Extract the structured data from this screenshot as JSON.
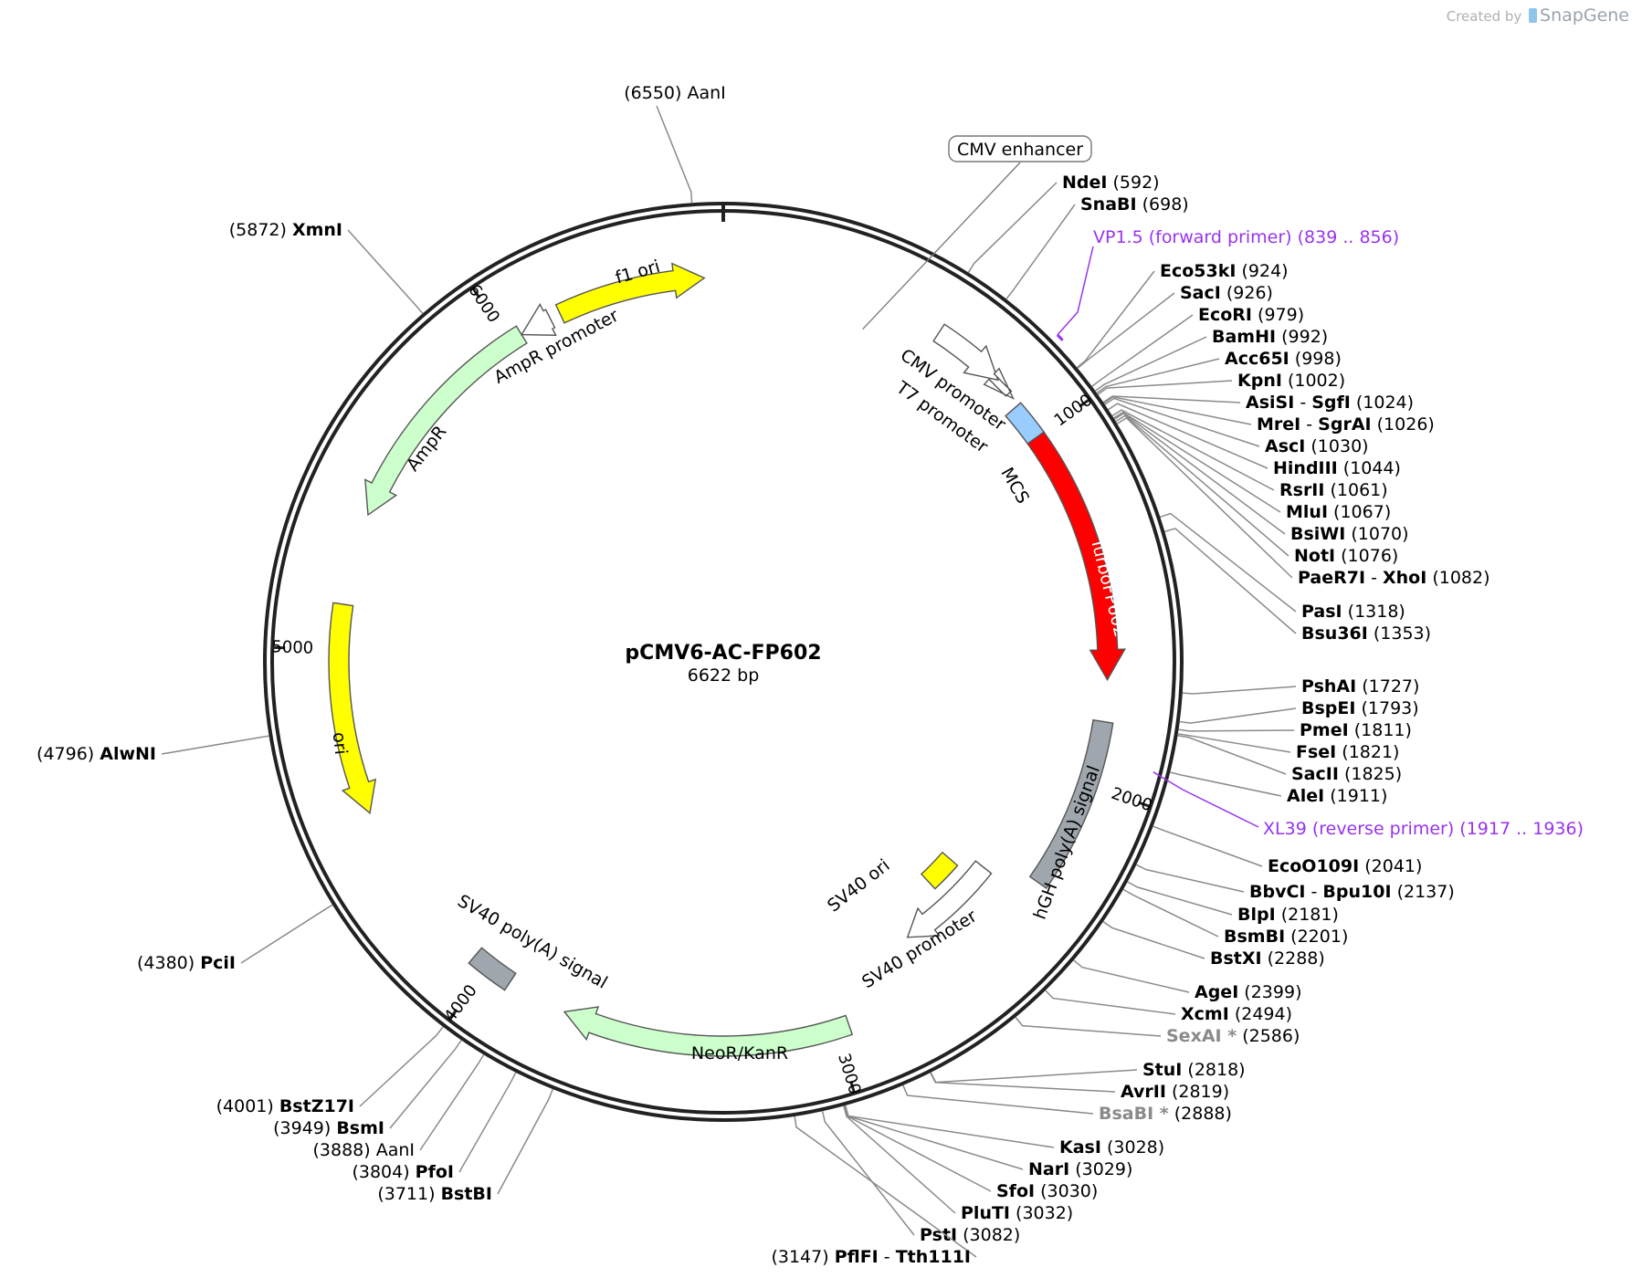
{
  "credit": {
    "prefix": "Created by",
    "brand": "SnapGene"
  },
  "plasmid": {
    "name": "pCMV6-AC-FP602",
    "length_label": "6622 bp",
    "length": 6622
  },
  "colors": {
    "yellow": "#ffff00",
    "green": "#ccffcc",
    "red": "#ff0000",
    "blue": "#99ccff",
    "gray": "#a0a6ad",
    "white": "#ffffff",
    "purple": "#9933ee",
    "dim": "#8a8a8a"
  },
  "ticks": [
    "1000",
    "2000",
    "3000",
    "4000",
    "5000",
    "6000"
  ],
  "features": [
    {
      "id": "cmv-enhancer",
      "label": "CMV enhancer",
      "start": 231,
      "end": 610,
      "dir": 1,
      "color": "white",
      "boxed": true
    },
    {
      "id": "cmv-promoter",
      "label": "CMV promoter",
      "start": 611,
      "end": 814,
      "dir": 1,
      "color": "white"
    },
    {
      "id": "t7-promoter",
      "label": "T7 promoter",
      "start": 860,
      "end": 878,
      "dir": 1,
      "color": "white"
    },
    {
      "id": "mcs",
      "label": "MCS",
      "start": 900,
      "end": 1000,
      "dir": 0,
      "color": "blue"
    },
    {
      "id": "turbofp602",
      "label": "TurboFP602",
      "start": 1000,
      "end": 1705,
      "dir": 1,
      "color": "red"
    },
    {
      "id": "hgh-polya",
      "label": "hGH poly(A) signal",
      "start": 1820,
      "end": 2300,
      "dir": 0,
      "color": "gray"
    },
    {
      "id": "sv40-ori",
      "label": "SV40 ori",
      "start": 2410,
      "end": 2520,
      "dir": 0,
      "color": "yellow"
    },
    {
      "id": "sv40-promoter",
      "label": "SV40 promoter",
      "start": 2360,
      "end": 2690,
      "dir": 1,
      "color": "white"
    },
    {
      "id": "neor-kanr",
      "label": "NeoR/KanR",
      "start": 2960,
      "end": 3760,
      "dir": 1,
      "color": "green"
    },
    {
      "id": "sv40-polya",
      "label": "SV40 poly(A) signal",
      "start": 3930,
      "end": 4050,
      "dir": 0,
      "color": "gray"
    },
    {
      "id": "ori",
      "label": "ori",
      "start": 4540,
      "end": 5125,
      "dir": -1,
      "color": "yellow"
    },
    {
      "id": "ampr",
      "label": "AmpR",
      "start": 5380,
      "end": 6040,
      "dir": -1,
      "color": "green"
    },
    {
      "id": "ampr-promoter",
      "label": "AmpR promoter",
      "start": 6040,
      "end": 6130,
      "dir": -1,
      "color": "white"
    },
    {
      "id": "f1-ori",
      "label": "f1 ori",
      "start": 6160,
      "end": 6570,
      "dir": 1,
      "color": "yellow"
    }
  ],
  "primers": [
    {
      "id": "vp15",
      "name": "VP1.5 (forward primer)",
      "range": "(839 .. 856)"
    },
    {
      "id": "xl39",
      "name": "XL39 (reverse primer)",
      "range": "(1917 .. 1936)"
    }
  ],
  "sites": [
    {
      "name": "AanI",
      "pos": "(6550)",
      "bold": false
    },
    {
      "name": "XmnI",
      "pos": "(5872)",
      "bold": true
    },
    {
      "name": "NdeI",
      "pos": "(592)",
      "bold": true
    },
    {
      "name": "SnaBI",
      "pos": "(698)",
      "bold": true
    },
    {
      "name": "Eco53kI",
      "pos": "(924)",
      "bold": true
    },
    {
      "name": "SacI",
      "pos": "(926)",
      "bold": true
    },
    {
      "name": "EcoRI",
      "pos": "(979)",
      "bold": true
    },
    {
      "name": "BamHI",
      "pos": "(992)",
      "bold": true
    },
    {
      "name": "Acc65I",
      "pos": "(998)",
      "bold": true
    },
    {
      "name": "KpnI",
      "pos": "(1002)",
      "bold": true
    },
    {
      "name": "AsiSI",
      "name2": "SgfI",
      "pos": "(1024)",
      "bold": true
    },
    {
      "name": "MreI",
      "name2": "SgrAI",
      "pos": "(1026)",
      "bold": true
    },
    {
      "name": "AscI",
      "pos": "(1030)",
      "bold": true
    },
    {
      "name": "HindIII",
      "pos": "(1044)",
      "bold": true
    },
    {
      "name": "RsrII",
      "pos": "(1061)",
      "bold": true
    },
    {
      "name": "MluI",
      "pos": "(1067)",
      "bold": true
    },
    {
      "name": "BsiWI",
      "pos": "(1070)",
      "bold": true
    },
    {
      "name": "NotI",
      "pos": "(1076)",
      "bold": true
    },
    {
      "name": "PaeR7I",
      "name2": "XhoI",
      "pos": "(1082)",
      "bold": true
    },
    {
      "name": "PasI",
      "pos": "(1318)",
      "bold": true
    },
    {
      "name": "Bsu36I",
      "pos": "(1353)",
      "bold": true
    },
    {
      "name": "PshAI",
      "pos": "(1727)",
      "bold": true
    },
    {
      "name": "BspEI",
      "pos": "(1793)",
      "bold": true
    },
    {
      "name": "PmeI",
      "pos": "(1811)",
      "bold": true
    },
    {
      "name": "FseI",
      "pos": "(1821)",
      "bold": true
    },
    {
      "name": "SacII",
      "pos": "(1825)",
      "bold": true
    },
    {
      "name": "AleI",
      "pos": "(1911)",
      "bold": true
    },
    {
      "name": "EcoO109I",
      "pos": "(2041)",
      "bold": true
    },
    {
      "name": "BbvCI",
      "name2": "Bpu10I",
      "pos": "(2137)",
      "bold": true
    },
    {
      "name": "BlpI",
      "pos": "(2181)",
      "bold": true
    },
    {
      "name": "BsmBI",
      "pos": "(2201)",
      "bold": true
    },
    {
      "name": "BstXI",
      "pos": "(2288)",
      "bold": true
    },
    {
      "name": "AgeI",
      "pos": "(2399)",
      "bold": true
    },
    {
      "name": "XcmI",
      "pos": "(2494)",
      "bold": true
    },
    {
      "name": "SexAI *",
      "pos": "(2586)",
      "bold": true,
      "dim": true
    },
    {
      "name": "StuI",
      "pos": "(2818)",
      "bold": true
    },
    {
      "name": "AvrII",
      "pos": "(2819)",
      "bold": true
    },
    {
      "name": "BsaBI *",
      "pos": "(2888)",
      "bold": true,
      "dim": true
    },
    {
      "name": "KasI",
      "pos": "(3028)",
      "bold": true
    },
    {
      "name": "NarI",
      "pos": "(3029)",
      "bold": true
    },
    {
      "name": "SfoI",
      "pos": "(3030)",
      "bold": true
    },
    {
      "name": "PluTI",
      "pos": "(3032)",
      "bold": true
    },
    {
      "name": "PstI",
      "pos": "(3082)",
      "bold": true
    },
    {
      "name": "PflFI",
      "name2": "Tth111I",
      "pos": "(3147)",
      "bold": true
    },
    {
      "name": "BstZ17I",
      "pos": "(4001)",
      "bold": true
    },
    {
      "name": "BsmI",
      "pos": "(3949)",
      "bold": true
    },
    {
      "name": "AanI",
      "pos": "(3888)",
      "bold": false
    },
    {
      "name": "PfoI",
      "pos": "(3804)",
      "bold": true
    },
    {
      "name": "BstBI",
      "pos": "(3711)",
      "bold": true
    },
    {
      "name": "PciI",
      "pos": "(4380)",
      "bold": true
    },
    {
      "name": "AlwNI",
      "pos": "(4796)",
      "bold": true
    }
  ]
}
